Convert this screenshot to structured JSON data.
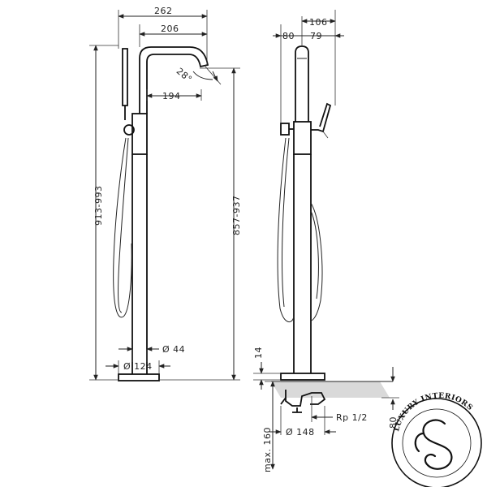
{
  "dims": {
    "d262": "262",
    "d206": "206",
    "d194": "194",
    "d28": "28°",
    "d913": "913-993",
    "d857": "857-937",
    "d44": "Ø 44",
    "d124": "Ø 124",
    "d106": "106",
    "d80": "80",
    "d79": "79",
    "d14": "14",
    "drp": "Rp 1/2",
    "d148": "Ø 148",
    "dmax": "max. 160",
    "d80b": "80"
  },
  "logo": {
    "text": "LUXURY INTERIORS"
  },
  "colors": {
    "line": "#222222",
    "floor": "#d9d9d9"
  }
}
